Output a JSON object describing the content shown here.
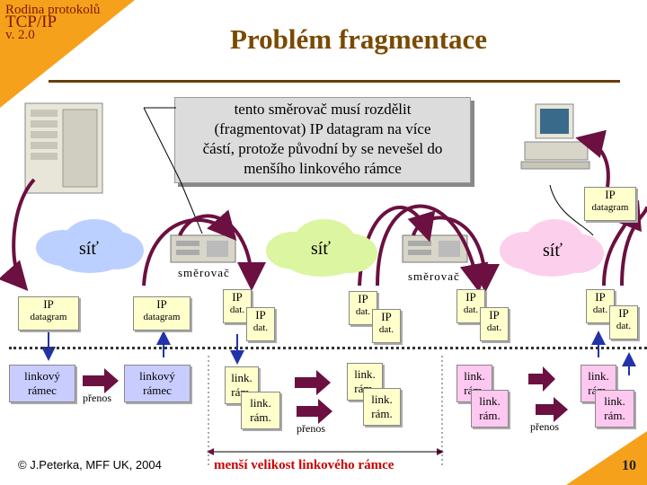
{
  "header": {
    "series_line1": "Rodina protokolů",
    "series_line2": "TCP/IP",
    "series_line3": "v. 2.0",
    "title": "Problém fragmentace"
  },
  "callout": {
    "line1": "tento směrovač musí rozdělit",
    "line2": "(fragmentovat) IP datagram na více",
    "line3": "částí, protože původní by se nevešel do",
    "line4": "menšího linkového rámce"
  },
  "networks": {
    "left": "síť",
    "middle": "síť",
    "right": "síť"
  },
  "routers": {
    "left": "směrovač",
    "right": "směrovač"
  },
  "packets": {
    "ip": "IP",
    "datagram": "datagram",
    "dat": "dat.",
    "link": "link.",
    "ram": "rám.",
    "linkovy": "linkový",
    "ramec": "rámec",
    "prenos": "přenos"
  },
  "footer": {
    "copyright": "© J.Peterka, MFF UK, 2004",
    "smaller_frame": "menší velikost linkového rámce",
    "page": "10"
  },
  "colors": {
    "accent": "#f6a11c",
    "arrow": "#6b1040",
    "title": "#7a4a00",
    "note": "#cc0000"
  }
}
